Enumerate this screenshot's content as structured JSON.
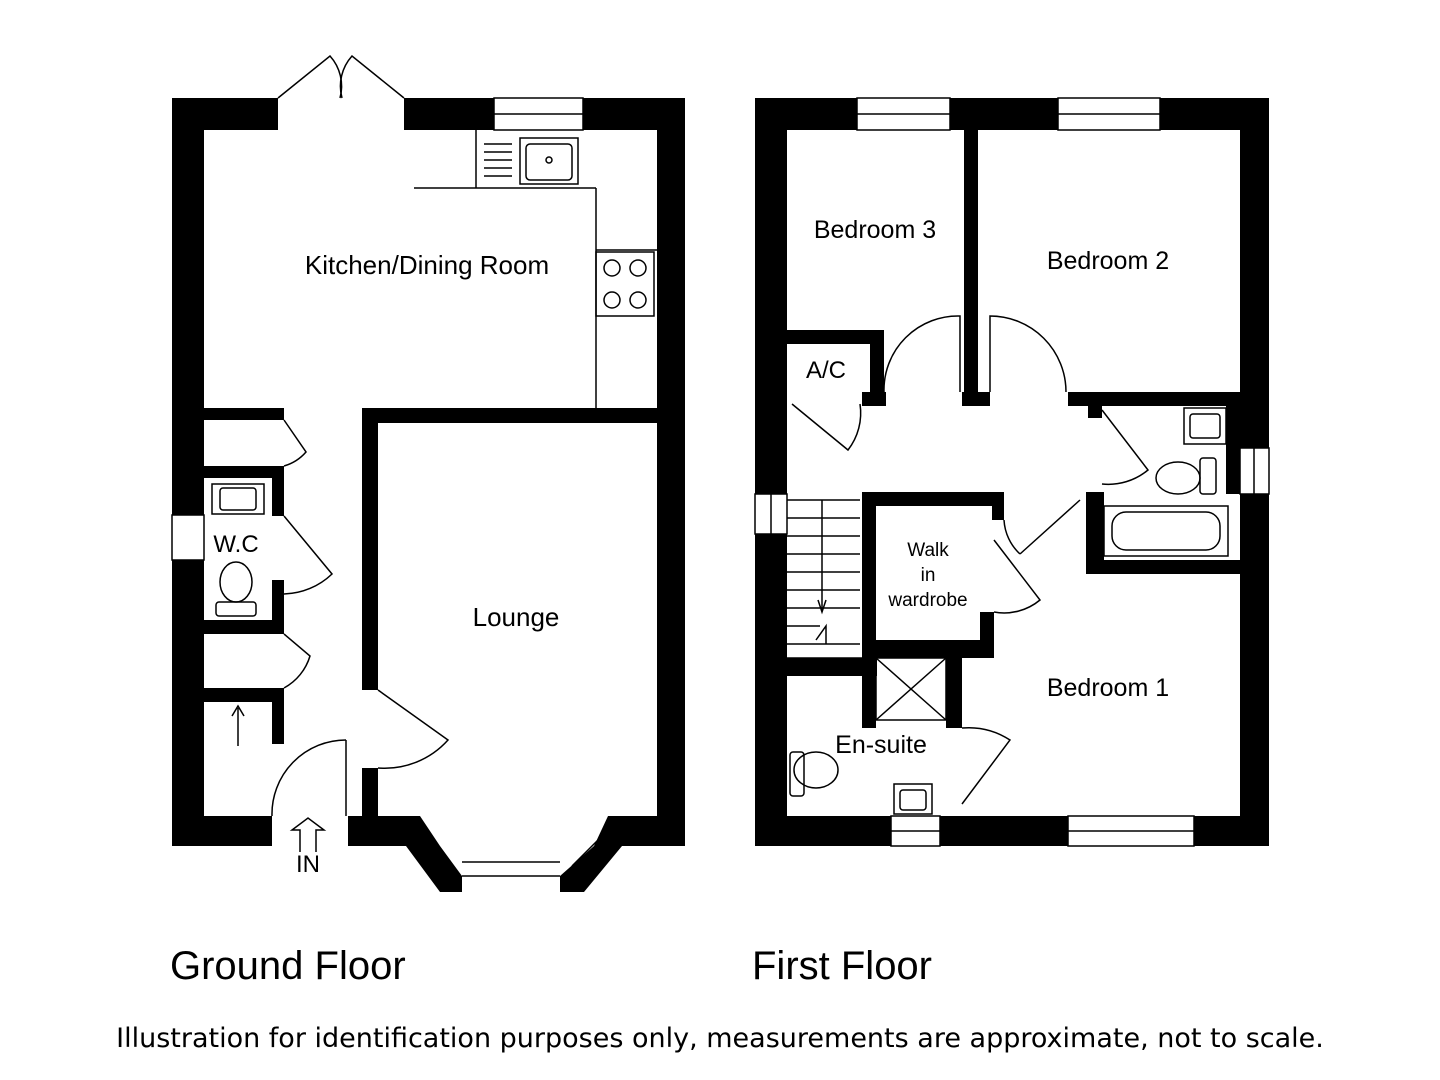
{
  "ground_floor": {
    "title": "Ground Floor",
    "rooms": {
      "kitchen": "Kitchen/Dining Room",
      "lounge": "Lounge",
      "wc": "W.C"
    },
    "entrance": "IN"
  },
  "first_floor": {
    "title": "First Floor",
    "rooms": {
      "bedroom1": "Bedroom 1",
      "bedroom2": "Bedroom 2",
      "bedroom3": "Bedroom 3",
      "ac": "A/C",
      "ensuite": "En-suite",
      "wardrobe_line1": "Walk",
      "wardrobe_line2": "in",
      "wardrobe_line3": "wardrobe"
    }
  },
  "footer": {
    "disclaimer": "Illustration for identification purposes only, measurements are approximate, not to scale."
  }
}
